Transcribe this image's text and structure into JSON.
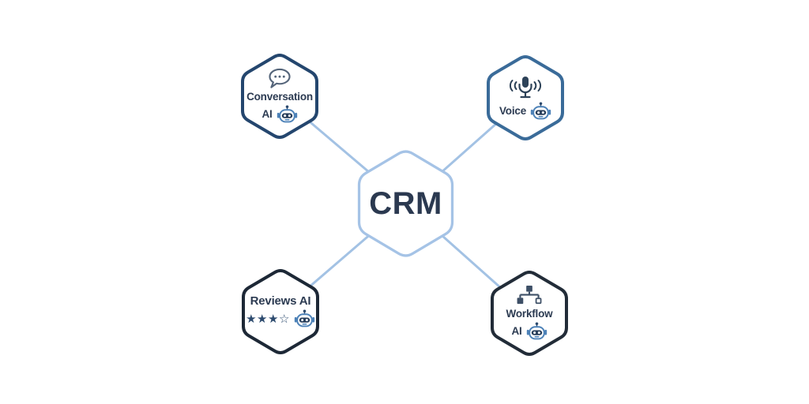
{
  "center": {
    "label": "CRM"
  },
  "nodes": {
    "conversation": {
      "line1": "Conversation",
      "line2": "AI",
      "border_color": "#24466e"
    },
    "voice": {
      "line1": "Voice",
      "border_color": "#3a6b99"
    },
    "reviews": {
      "line1": "Reviews AI",
      "stars_filled": "★★★",
      "stars_empty": "☆",
      "border_color": "#1d2836"
    },
    "workflow": {
      "line1": "Workflow",
      "line2": "AI",
      "border_color": "#222c38"
    }
  },
  "colors": {
    "connector": "#a3c2e4",
    "center_border": "#a5c3e6",
    "node_text": "#2c3b52",
    "robot_blue": "#4d82b8",
    "robot_dark": "#263c59",
    "icon_dark": "#2d4258",
    "bubble_gray": "#55657a"
  }
}
